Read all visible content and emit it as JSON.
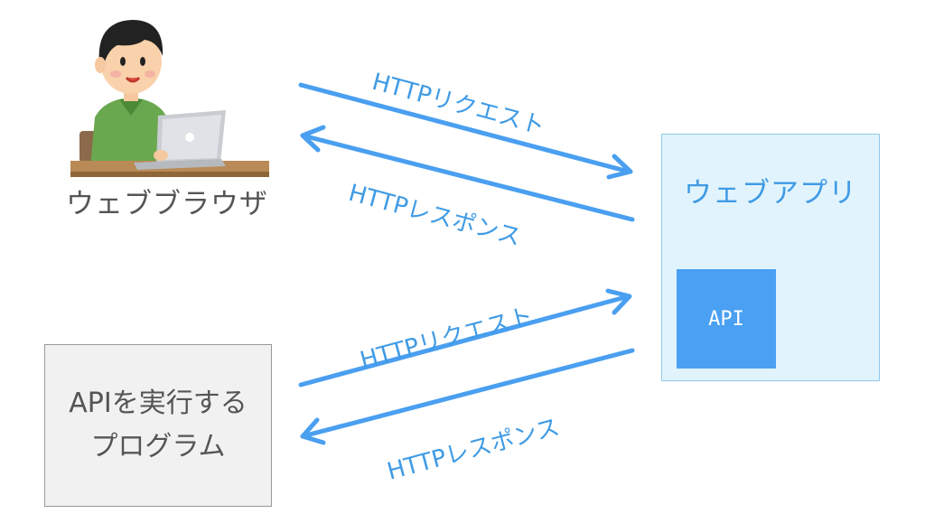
{
  "browser": {
    "label": "ウェブブラウザ"
  },
  "webapp": {
    "label": "ウェブアプリ",
    "api_label": "API"
  },
  "program": {
    "line1": "APIを実行する",
    "line2": "プログラム"
  },
  "arrows": {
    "top_request": "HTTPリクエスト",
    "top_response": "HTTPレスポンス",
    "bottom_request": "HTTPリクエスト",
    "bottom_response": "HTTPレスポンス"
  },
  "colors": {
    "arrow": "#4a9ff0",
    "label": "#3f9be5",
    "api": "#4aa0f2",
    "webapp_bg": "#e1f4fd"
  },
  "icons": {
    "browser_user": "person-with-laptop-icon"
  }
}
